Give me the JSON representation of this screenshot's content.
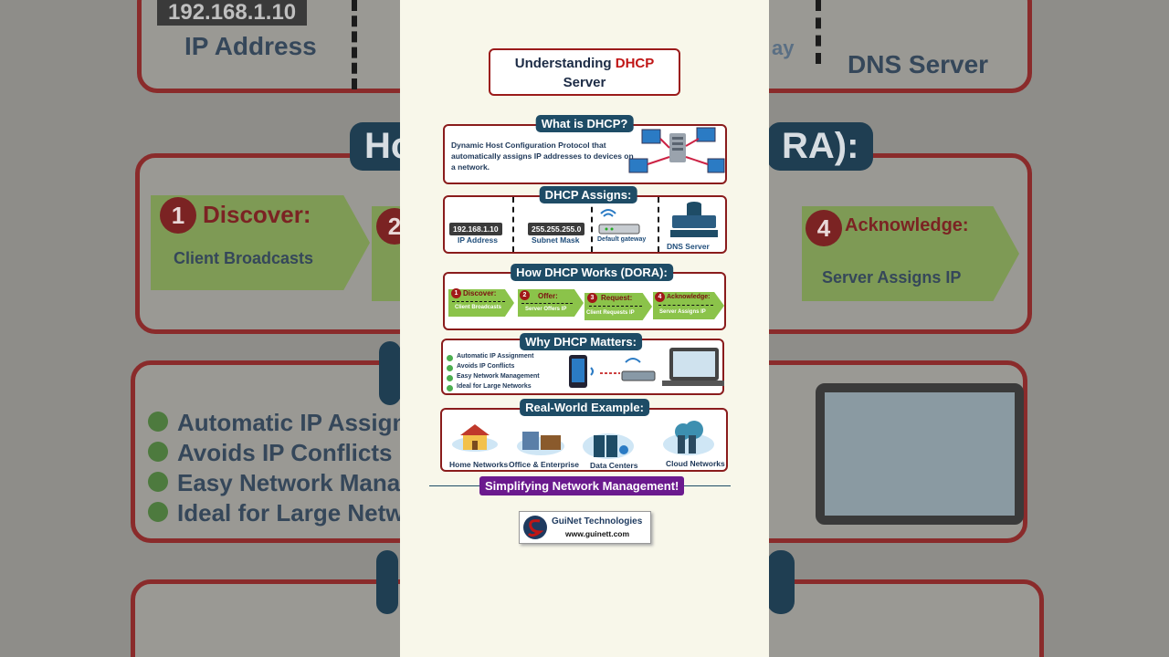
{
  "title": {
    "line1_prefix": "Understanding ",
    "line1_accent": "DHCP",
    "line2": "Server"
  },
  "what": {
    "heading": "What is DHCP?",
    "text": "Dynamic Host Configuration Protocol that automatically assigns IP addresses to devices on a network."
  },
  "assigns": {
    "heading": "DHCP Assigns:",
    "ip_value": "192.168.1.10",
    "ip_label": "IP Address",
    "mask_value": "255.255.255.0",
    "mask_label": "Subnet Mask",
    "gateway_label": "Default gateway",
    "dns_label": "DNS Server"
  },
  "dora": {
    "heading": "How DHCP Works (DORA):",
    "steps": [
      {
        "num": "1",
        "title": "Discover:",
        "sub": "Client Broadcasts"
      },
      {
        "num": "2",
        "title": "Offer:",
        "sub": "Server Offers IP"
      },
      {
        "num": "3",
        "title": "Request:",
        "sub": "Client Requests IP"
      },
      {
        "num": "4",
        "title": "Acknowledge:",
        "sub": "Server Assigns IP"
      }
    ]
  },
  "why": {
    "heading": "Why DHCP Matters:",
    "items": [
      "Automatic IP Assignment",
      "Avoids IP Conflicts",
      "Easy Network Management",
      "Ideal for Large Networks"
    ]
  },
  "real": {
    "heading": "Real-World Example:",
    "items": [
      "Home Networks",
      "Office & Enterprise",
      "Data Centers",
      "Cloud Networks"
    ]
  },
  "banner": "Simplifying Network Management!",
  "logo": {
    "name": "GuiNet Technologies",
    "url": "www.guinett.com"
  },
  "background": {
    "ip_value": "192.168.1.10",
    "ip_label": "IP Address",
    "gateway_partial": "ay",
    "dns_label": "DNS Server",
    "pill_left": "Ho",
    "pill_right": "RA):",
    "step1_num": "1",
    "step1_title": "Discover:",
    "step1_sub": "Client Broadcasts",
    "step2_num": "2",
    "step4_num": "4",
    "step4_title": "Acknowledge:",
    "step4_sub": "Server Assigns IP",
    "list": [
      "Automatic IP Assignm",
      "Avoids IP Conflicts",
      "Easy Network Manage",
      "Ideal for Large Networ"
    ]
  },
  "colors": {
    "navy": "#1e4c66",
    "accent_red": "#c01616",
    "border_red": "#8a1c1c",
    "green": "#8bc34a",
    "purple": "#6b1a8e",
    "cream": "#f8f7ea"
  }
}
